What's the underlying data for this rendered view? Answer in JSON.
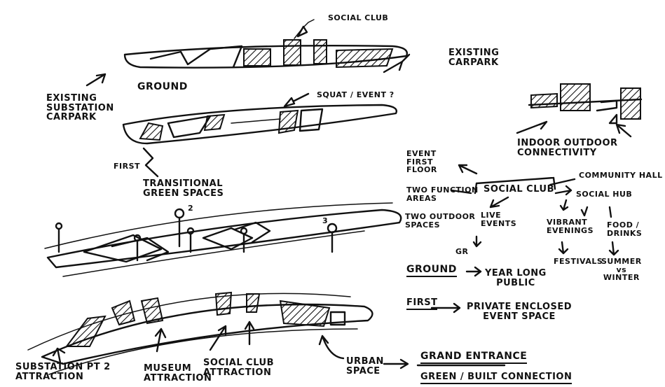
{
  "labels": {
    "social_club_top": "SOCIAL CLUB",
    "existing_carpark": "EXISTING\nCARPARK",
    "ground": "GROUND",
    "existing_substation_carpark": "EXISTING\nSUBSTATION\nCARPARK",
    "squat_event": "SQUAT / EVENT ?",
    "first": "FIRST",
    "transitional_green_spaces": "TRANSITIONAL\nGREEN SPACES",
    "indoor_outdoor_connectivity": "INDOOR OUTDOOR\nCONNECTIVITY",
    "marker_2": "2",
    "marker_3": "3",
    "substation_pt2_attraction": "SUBSTATION PT 2\nATTRACTION",
    "museum_attraction": "MUSEUM\nATTRACTION",
    "social_club_attraction": "SOCIAL CLUB\nATTRACTION",
    "urban_space": "URBAN\nSPACE"
  },
  "mindmap": {
    "center": "SOCIAL CLUB",
    "event_first_floor": "EVENT\nFIRST\nFLOOR",
    "two_function_areas": "TWO FUNCTION\nAREAS",
    "two_outdoor_spaces": "TWO OUTDOOR\nSPACES",
    "community_hall": "COMMUNITY HALL",
    "social_hub": "SOCIAL HUB",
    "live_events": "LIVE\nEVENTS",
    "vibrant_evenings": "VIBRANT\nEVENINGS",
    "food_drinks": "FOOD /\nDRINKS",
    "gr": "GR",
    "festivals": "FESTIVALS",
    "summer_vs_winter": "SUMMER\nvs\nWINTER",
    "ground": "GROUND",
    "ground_desc": "YEAR LONG\nPUBLIC",
    "first": "FIRST",
    "first_desc": "PRIVATE ENCLOSED\nEVENT SPACE",
    "grand_entrance": "GRAND ENTRANCE",
    "green_built_connection": "GREEN / BUILT CONNECTION"
  }
}
